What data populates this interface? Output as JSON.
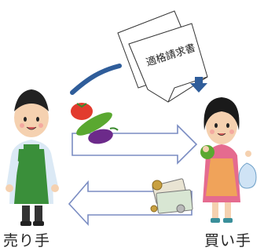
{
  "labels": {
    "seller": "売り手",
    "buyer": "買い手"
  },
  "document": {
    "title": "適格請求書"
  },
  "colors": {
    "arrow_outline": "#7a8cc2",
    "curved_arrow": "#2f5d9a",
    "apron_seller": "#3a8f3a",
    "apron_buyer": "#f0a35a"
  }
}
